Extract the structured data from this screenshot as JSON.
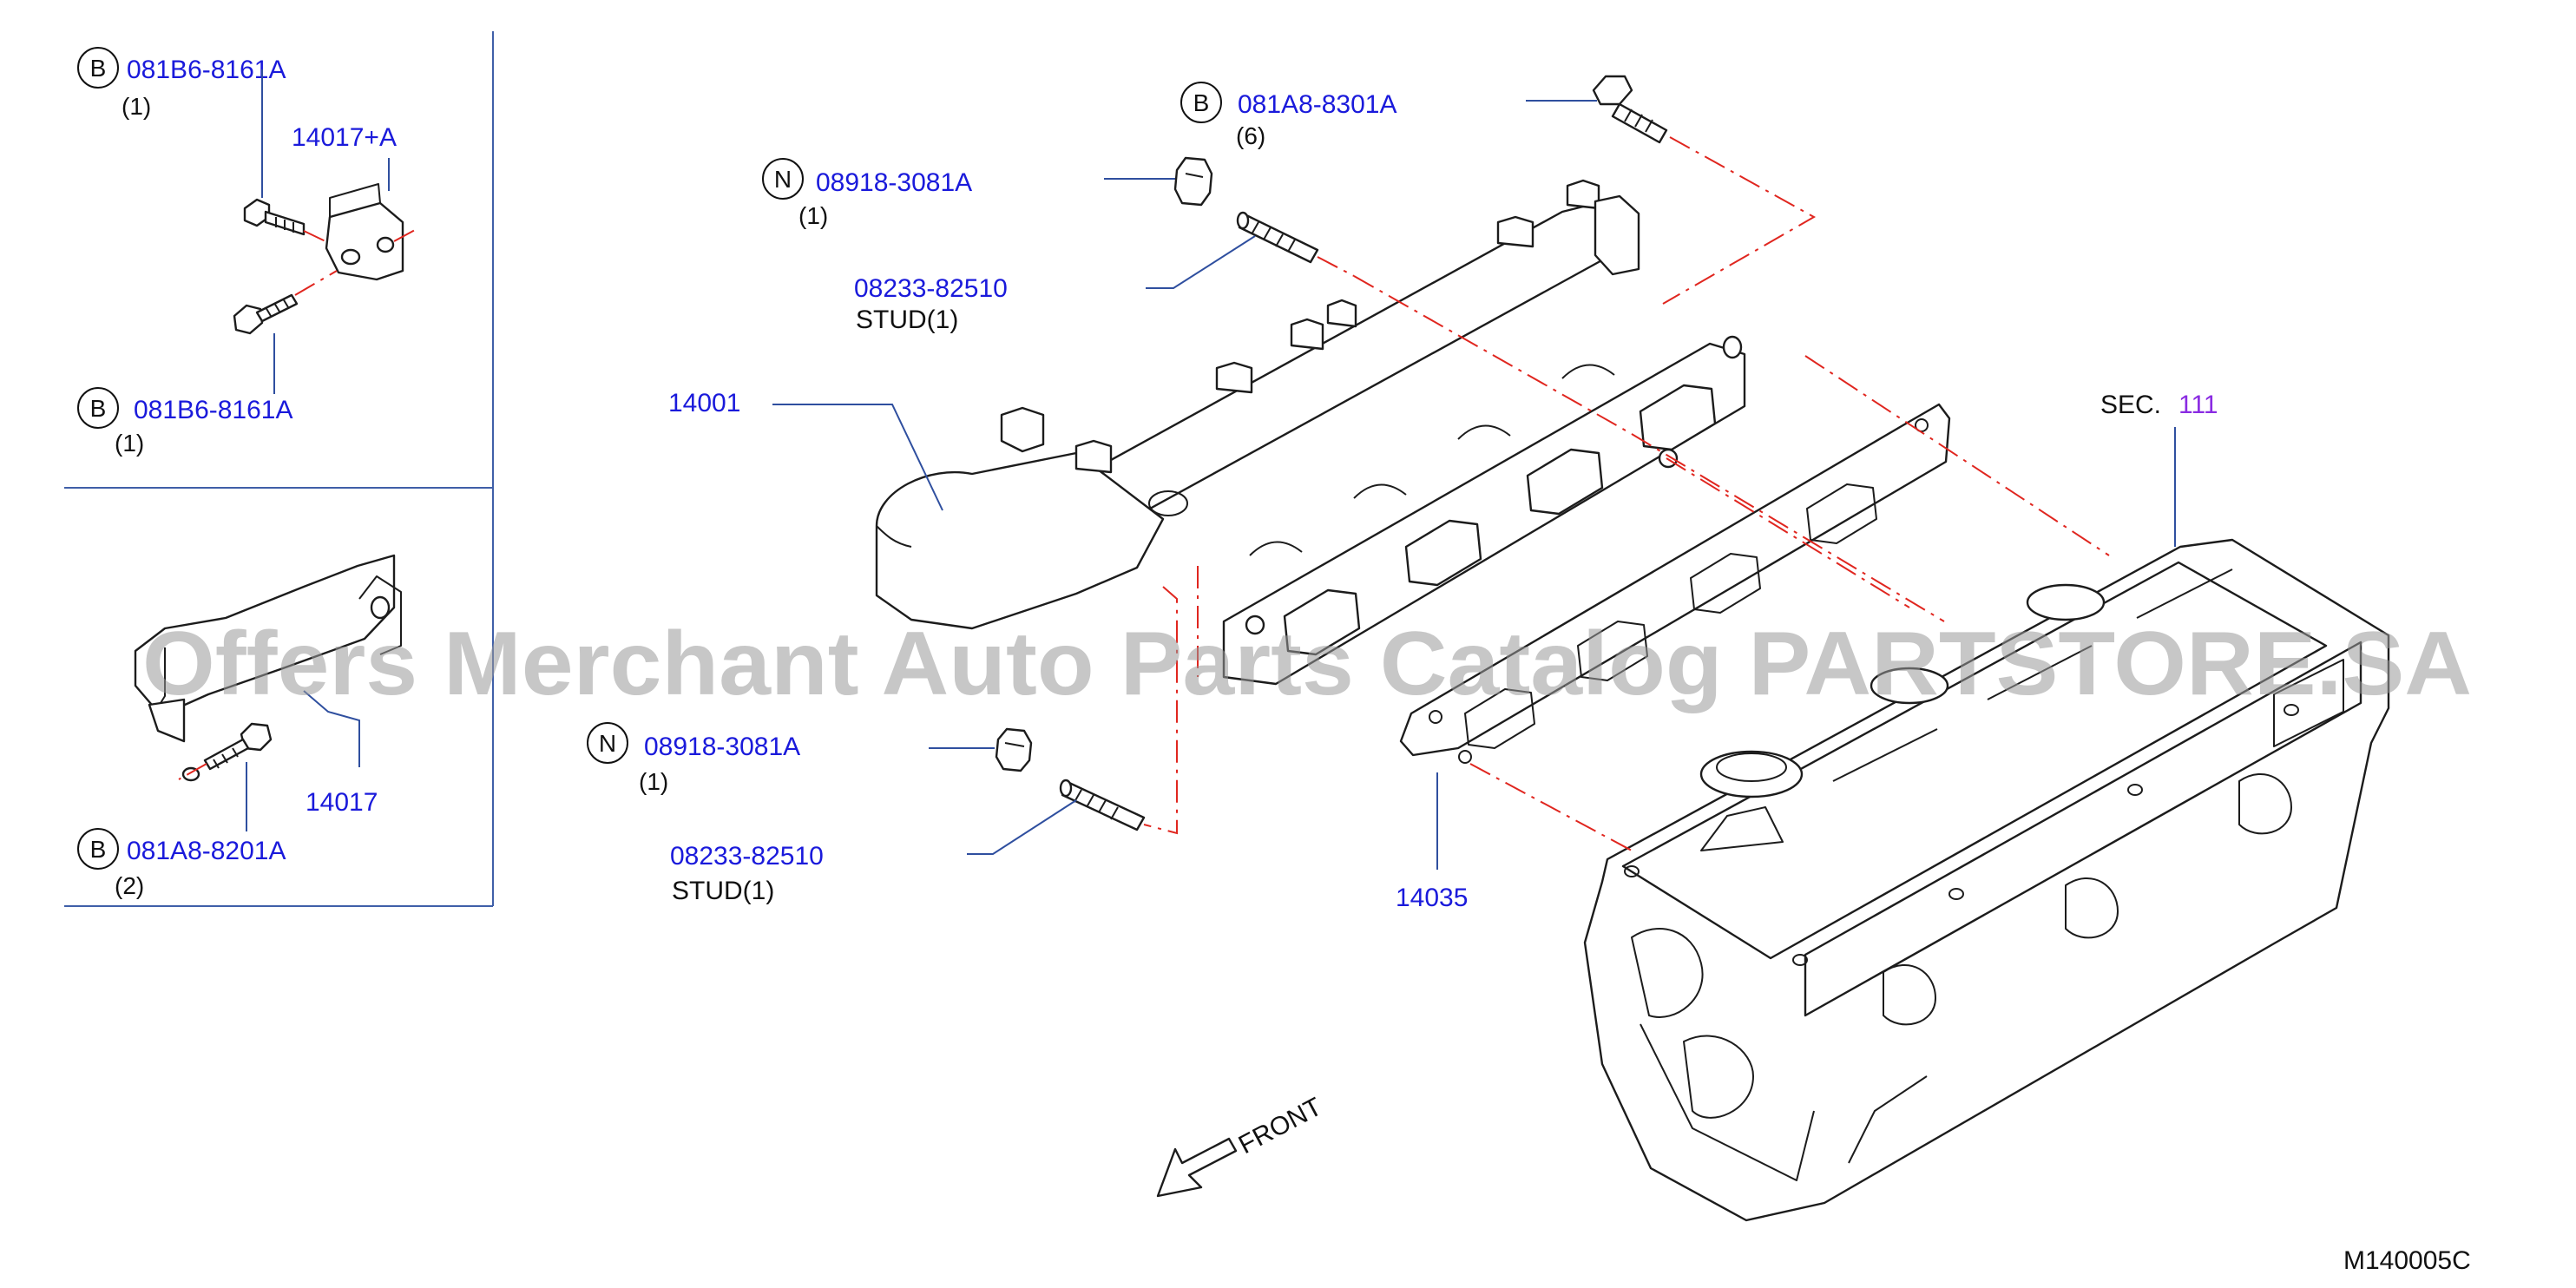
{
  "inset": {
    "bolt_top": {
      "marker": "B",
      "part_no": "081B6-8161A",
      "qty": "(1)"
    },
    "bracket_a": {
      "part_no": "14017+A"
    },
    "bolt_mid": {
      "marker": "B",
      "part_no": "081B6-8161A",
      "qty": "(1)"
    },
    "bracket": {
      "part_no": "14017"
    },
    "bolt_low": {
      "marker": "B",
      "part_no": "081A8-8201A",
      "qty": "(2)"
    }
  },
  "main": {
    "bolt_top": {
      "marker": "B",
      "part_no": "081A8-8301A",
      "qty": "(6)"
    },
    "nut_top": {
      "marker": "N",
      "part_no": "08918-3081A",
      "qty": "(1)"
    },
    "stud_top": {
      "part_no": "08233-82510",
      "desc": "STUD(1)"
    },
    "manifold": {
      "part_no": "14001"
    },
    "section_ref": {
      "prefix": "SEC.",
      "number": "111"
    },
    "nut_low": {
      "marker": "N",
      "part_no": "08918-3081A",
      "qty": "(1)"
    },
    "stud_low": {
      "part_no": "08233-82510",
      "desc": "STUD(1)"
    },
    "gasket": {
      "part_no": "14035"
    },
    "front_label": "FRONT",
    "diagram_code": "M140005C"
  },
  "watermark": "Offers Merchant Auto Parts Catalog PARTSTORE.SA",
  "colors": {
    "part_number": "#1a1adb",
    "section_number": "#8a2be2",
    "center_line": "#e0261f",
    "leader": "#2f4f9f"
  }
}
